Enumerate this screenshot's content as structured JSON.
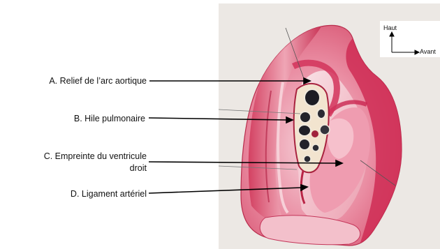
{
  "labels": {
    "a": "A. Relief de l’arc aortique",
    "b": "B. Hile pulmonaire",
    "c_line1": "C. Empreinte du ventricule",
    "c_line2": "droit",
    "d": "D. Ligament artériel"
  },
  "orientation": {
    "up": "Haut",
    "forward": "Avant"
  },
  "colors": {
    "lung_pink": "#e2748a",
    "lung_deep": "#cf2d55",
    "lung_light": "#f4c3cd",
    "paper": "#ece8e4",
    "leader": "#000000"
  }
}
